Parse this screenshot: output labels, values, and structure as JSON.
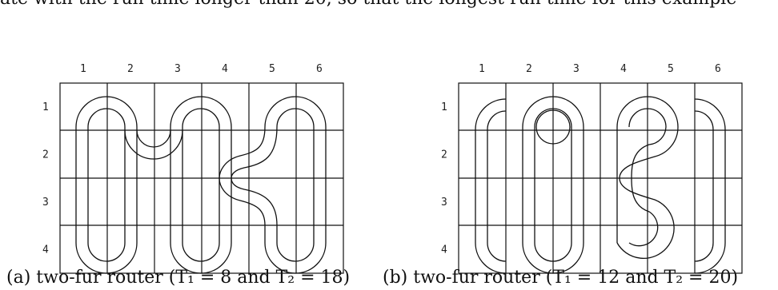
{
  "top_text": "ate with the run time longer than 20, so that the longest run time for this example",
  "figure_a": {
    "columns": [
      "1",
      "2",
      "3",
      "4",
      "5",
      "6"
    ],
    "rows": [
      "1",
      "2",
      "3",
      "4"
    ],
    "caption": "(a) two-fur router (T₁ = 8 and T₂ = 18)",
    "description_note": ""
  },
  "figure_b": {
    "columns": [
      "1",
      "2",
      "3",
      "4",
      "5",
      "6"
    ],
    "rows": [
      "1",
      "2",
      "3",
      "4"
    ],
    "caption": "(b) two-fur router (T₁ = 12 and T₂ = 20)"
  },
  "colors": {
    "ink": "#111111",
    "background": "#ffffff"
  }
}
